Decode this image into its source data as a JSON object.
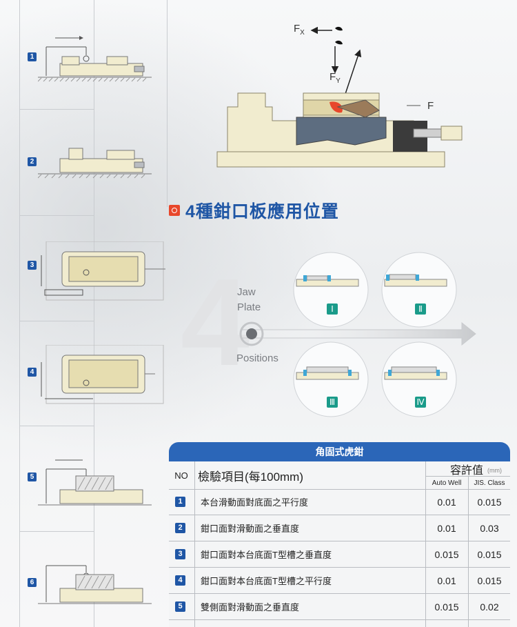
{
  "side_numbers": [
    "1",
    "2",
    "3",
    "4",
    "5",
    "6"
  ],
  "force_labels": {
    "fx": "F",
    "fx_sub": "X",
    "fy": "F",
    "fy_sub": "Y",
    "f": "F"
  },
  "title": "4種鉗口板應用位置",
  "jaw": {
    "line1": "Jaw",
    "line2": "Plate",
    "line3": "Positions",
    "big_numeral": "4"
  },
  "positions": [
    "Ⅰ",
    "Ⅱ",
    "Ⅲ",
    "Ⅳ"
  ],
  "table": {
    "caption": "角固式虎鉗",
    "col_no": "NO",
    "col_item": "檢驗項目(每100mm)",
    "col_tolerance": "容許值",
    "unit": "(mm)",
    "col_autowell": "Auto Well",
    "col_jis": "JIS. Class",
    "rows": [
      {
        "no": "1",
        "item": "本台滑動面對底面之平行度",
        "autowell": "0.01",
        "jis": "0.015"
      },
      {
        "no": "2",
        "item": "鉗口面對滑動面之垂直度",
        "autowell": "0.01",
        "jis": "0.03"
      },
      {
        "no": "3",
        "item": "鉗口面對本台底面T型槽之垂直度",
        "autowell": "0.015",
        "jis": "0.015"
      },
      {
        "no": "4",
        "item": "鉗口面對本台底面T型槽之平行度",
        "autowell": "0.01",
        "jis": "0.015"
      },
      {
        "no": "5",
        "item": "雙側面對滑動面之垂直度",
        "autowell": "0.015",
        "jis": "0.02"
      }
    ]
  },
  "colors": {
    "brand_blue": "#1f56a5",
    "header_blue": "#2b66b8",
    "accent_red": "#e8472b",
    "position_green": "#1a9b8a",
    "jaw_blue": "#3fa7d6",
    "body_cream": "#f1eccf"
  }
}
